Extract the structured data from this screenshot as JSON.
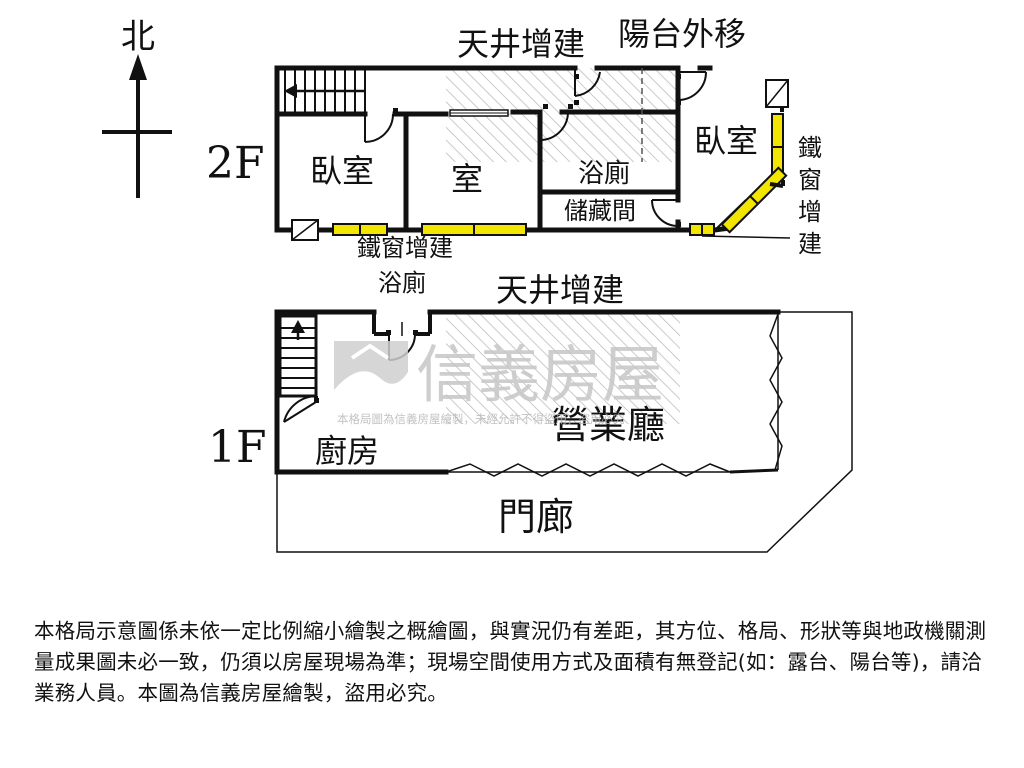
{
  "compass": {
    "north_label": "北"
  },
  "floor2": {
    "floor_label": "2F",
    "labels": {
      "skylight": "天井增建",
      "balcony_moved": "陽台外移",
      "bedroom_west": "臥室",
      "room_middle": "室",
      "bathroom": "浴廁",
      "storage": "儲藏間",
      "bedroom_east": "臥室",
      "iron_window_south": "鐵窗增建",
      "iron_window_east": [
        "鐵",
        "窗",
        "增",
        "建"
      ]
    }
  },
  "floor1": {
    "floor_label": "1F",
    "labels": {
      "bathroom": "浴廁",
      "skylight": "天井增建",
      "kitchen": "廚房",
      "hall": "營業廳",
      "porch": "門廊"
    }
  },
  "watermark": {
    "brand": "信義房屋",
    "notice": "本格局圖為信義房屋繪製，未經允許不得盜用，盜用必究"
  },
  "disclaimer": "本格局示意圖係未依一定比例縮小繪製之概繪圖，與實況仍有差距，其方位、格局、形狀等與地政機關測量成果圖未必一致，仍須以房屋現場為準；現場空間使用方式及面積有無登記(如：露台、陽台等)，請洽業務人員。本圖為信義房屋繪製，盜用必究。",
  "colors": {
    "wall": "#111111",
    "window_fill": "#f2e600",
    "hatch": "#b9b9b9",
    "watermark": "#c8c8c8",
    "text": "#111111"
  }
}
